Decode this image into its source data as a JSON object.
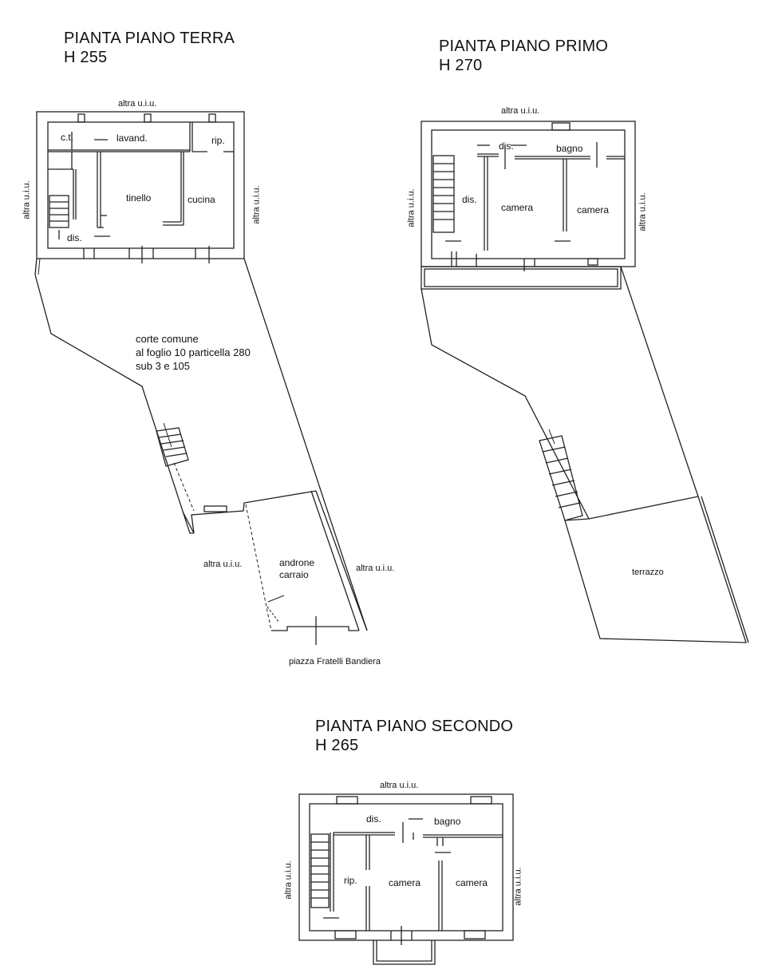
{
  "titles": {
    "ground": {
      "name": "PIANTA PIANO TERRA",
      "height": "H 255"
    },
    "first": {
      "name": "PIANTA PIANO PRIMO",
      "height": "H 270"
    },
    "second": {
      "name": "PIANTA PIANO SECONDO",
      "height": "H 265"
    }
  },
  "ground": {
    "neighbor_top": "altra u.i.u.",
    "neighbor_left": "altra u.i.u.",
    "neighbor_right": "altra u.i.u.",
    "rooms": {
      "ct": "c.t.",
      "lavand": "lavand.",
      "rip": "rip.",
      "tinello": "tinello",
      "cucina": "cucina",
      "dis": "dis."
    },
    "courtyard": {
      "line1": "corte comune",
      "line2": "al foglio 10 particella 280",
      "line3": "sub 3 e 105"
    },
    "neighbor_bottom_left": "altra u.i.u.",
    "neighbor_bottom_right": "altra u.i.u.",
    "androne": {
      "line1": "androne",
      "line2": "carraio"
    },
    "street": "piazza Fratelli Bandiera"
  },
  "first": {
    "neighbor_top": "altra u.i.u.",
    "neighbor_left": "altra u.i.u.",
    "neighbor_right": "altra u.i.u.",
    "rooms": {
      "dis_top": "dis.",
      "bagno": "bagno",
      "dis_left": "dis.",
      "camera1": "camera",
      "camera2": "camera"
    },
    "terrace": "terrazzo"
  },
  "second": {
    "neighbor_top": "altra u.i.u.",
    "neighbor_left": "altra u.i.u.",
    "neighbor_right": "altra u.i.u.",
    "rooms": {
      "dis": "dis.",
      "bagno": "bagno",
      "rip": "rip.",
      "camera1": "camera",
      "camera2": "camera"
    }
  }
}
